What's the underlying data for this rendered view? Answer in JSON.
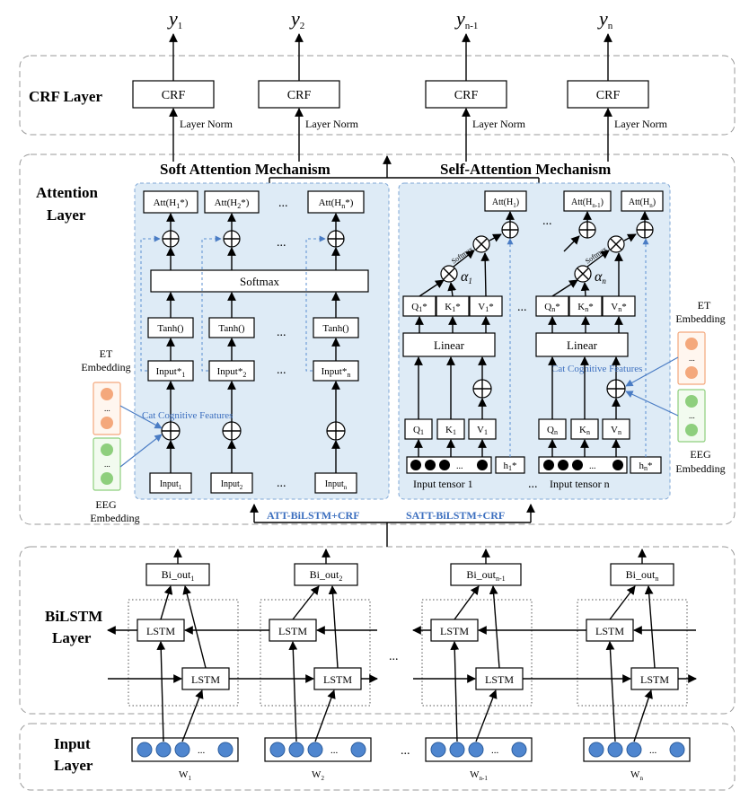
{
  "layers": {
    "crf": "CRF Layer",
    "attention_1": "Attention",
    "attention_2": "Layer",
    "bilstm_1": "BiLSTM",
    "bilstm_2": "Layer",
    "input_1": "Input",
    "input_2": "Layer"
  },
  "outputs": [
    "y",
    "y",
    "y",
    "y"
  ],
  "output_subs": [
    "1",
    "2",
    "n-1",
    "n"
  ],
  "crf_label": "CRF",
  "layer_norm": "Layer Norm",
  "soft": {
    "title": "Soft Attention Mechanism",
    "softmax": "Softmax",
    "tanh": "Tanh()",
    "ellipsis": "...",
    "att_base": "Att(H",
    "att_subs": [
      "1",
      "2",
      "n"
    ],
    "att_end": "*)",
    "inputstar_base": "Input*",
    "inputstar_subs": [
      "1",
      "2",
      "n"
    ],
    "input_base": "Input",
    "input_subs": [
      "1",
      "2",
      "n"
    ],
    "cat_label": "Cat Cognitive Features",
    "et_1": "ET",
    "et_2": "Embedding",
    "eeg_1": "EEG",
    "eeg_2": "Embedding"
  },
  "self": {
    "title": "Self-Attention Mechanism",
    "att_1": "Att(H",
    "att_1_sub": "1",
    "att_n1_sub": "n-1",
    "att_n_sub": "n",
    "att_close": ")",
    "q1": "Q",
    "k1": "K",
    "v1": "V",
    "star": "*",
    "linear": "Linear",
    "softmax_small": "Softmax",
    "alpha": "α",
    "alpha_1": "1",
    "alpha_n": "n",
    "h_label": "h",
    "h_sub_1": "1",
    "h_sub_n": "n",
    "input_tensor_1": "Input tensor 1",
    "input_tensor_n": "Input tensor n",
    "cat_label": "Cat Cognitive Features",
    "et_1": "ET",
    "et_2": "Embedding",
    "eeg_1": "EEG",
    "eeg_2": "Embedding"
  },
  "model_labels": {
    "att": "ATT-BiLSTM+CRF",
    "satt": "SATT-BiLSTM+CRF"
  },
  "bilstm": {
    "out_base": "Bi_out",
    "out_subs": [
      "1",
      "2",
      "n-1",
      "n"
    ],
    "lstm": "LSTM"
  },
  "inputs": {
    "word": "W",
    "word_subs": [
      "1",
      "2",
      "n-1",
      "n"
    ]
  },
  "colors": {
    "panel_fill": "#deebf6",
    "panel_border": "#7fa7d6",
    "blue_text": "#3c6fbf",
    "token_fill": "#4f86cf",
    "orange": "#f4a87c",
    "green": "#8ecf7d"
  }
}
